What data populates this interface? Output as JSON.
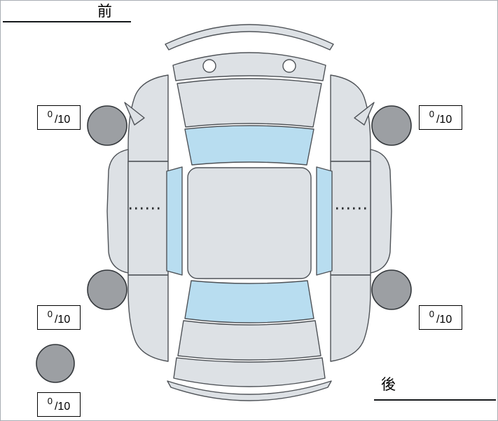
{
  "diagram": {
    "front_label": "前",
    "rear_label": "後"
  },
  "tire_scores": {
    "front_left": {
      "value": "0",
      "denominator": "/10"
    },
    "front_right": {
      "value": "0",
      "denominator": "/10"
    },
    "rear_left": {
      "value": "0",
      "denominator": "/10"
    },
    "rear_right": {
      "value": "0",
      "denominator": "/10"
    },
    "spare": {
      "value": "0",
      "denominator": "/10"
    }
  },
  "colors": {
    "body": "#dde1e5",
    "glass": "#b8ddf0",
    "tire": "#9c9fa3",
    "white": "#ffffff"
  }
}
